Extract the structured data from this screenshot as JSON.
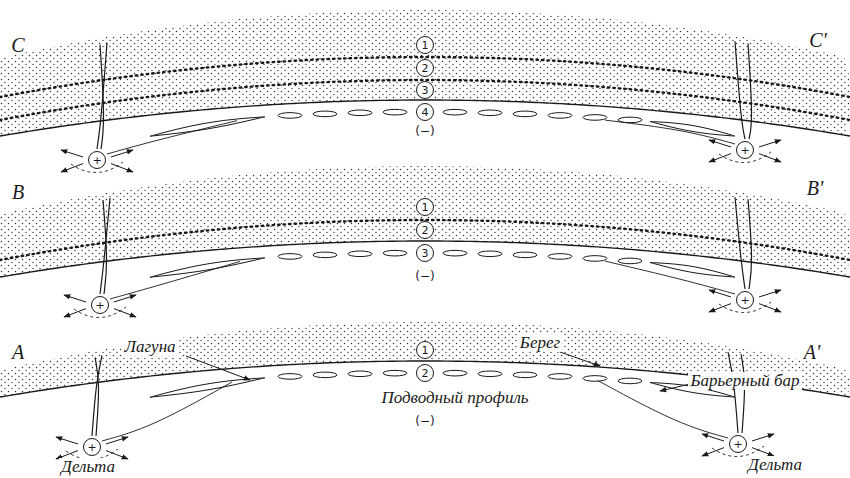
{
  "diagram": {
    "nodes": [
      {
        "text": [
          "1"
        ]
      },
      {
        "text": [
          "2"
        ]
      },
      {
        "text": [
          "3"
        ]
      },
      {
        "text": [
          "4"
        ]
      },
      {
        "text": [
          "+"
        ]
      },
      {
        "text": [
          "+"
        ]
      },
      {
        "text": [
          "1"
        ]
      },
      {
        "text": [
          "2"
        ]
      },
      {
        "text": [
          "3"
        ]
      },
      {
        "text": [
          "+"
        ]
      },
      {
        "text": [
          "+"
        ]
      },
      {
        "text": [
          "1"
        ]
      },
      {
        "text": [
          "2"
        ]
      },
      {
        "text": [
          "+"
        ]
      },
      {
        "text": [
          "+"
        ]
      }
    ],
    "labels": [
      "C",
      "C'",
      "(−)",
      "B",
      "B'",
      "(−)",
      "A",
      "A'",
      "(−)",
      "Лагуна",
      "Берег",
      "Барьерный бар",
      "Подводный профиль",
      "Дельта",
      "Дельта"
    ]
  }
}
